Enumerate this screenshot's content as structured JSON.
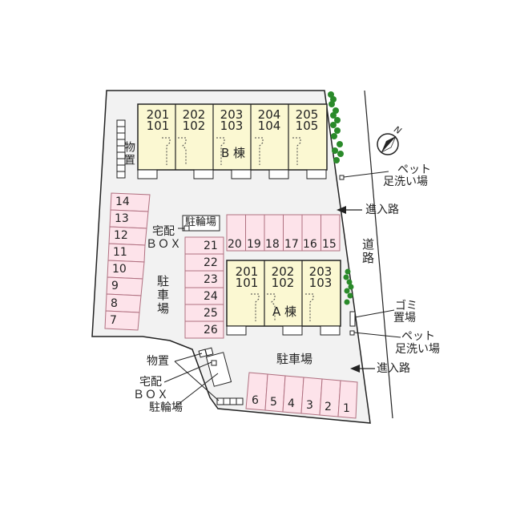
{
  "map": {
    "type": "apartment site plan",
    "colors": {
      "lot_fill": "#f2f2f2",
      "building_fill": "#fbf8d2",
      "parking_fill": "#fde3ea",
      "parking_stroke": "#b07080",
      "tree_green": "#2a8a2a",
      "line": "#222222"
    },
    "compass": {
      "label": "N"
    },
    "road_label": "道路",
    "building_b": {
      "label": "B 棟",
      "units": [
        {
          "upper": "201",
          "lower": "101"
        },
        {
          "upper": "202",
          "lower": "102"
        },
        {
          "upper": "203",
          "lower": "103"
        },
        {
          "upper": "204",
          "lower": "104"
        },
        {
          "upper": "205",
          "lower": "105"
        }
      ]
    },
    "building_a": {
      "label": "A 棟",
      "units": [
        {
          "upper": "201",
          "lower": "101"
        },
        {
          "upper": "202",
          "lower": "102"
        },
        {
          "upper": "203",
          "lower": "103"
        }
      ]
    },
    "parking_left": [
      "14",
      "13",
      "12",
      "11",
      "10",
      "9",
      "8",
      "7"
    ],
    "parking_middle": [
      "21",
      "22",
      "23",
      "24",
      "25",
      "26"
    ],
    "parking_top": [
      "20",
      "19",
      "18",
      "17",
      "16",
      "15"
    ],
    "parking_bottom": [
      "6",
      "5",
      "4",
      "3",
      "2",
      "1"
    ],
    "labels": {
      "storage_top": "物置",
      "bicycle_parking_top": "駐輪場",
      "delivery_box_top_1": "宅配",
      "delivery_box_top_2": "ＢＯＸ",
      "parking_lot_left": "駐車場",
      "parking_lot_bottom": "駐車場",
      "pet_wash_top_1": "ペット",
      "pet_wash_top_2": "足洗い場",
      "entrance_top": "進入路",
      "garbage_1": "ゴミ",
      "garbage_2": "置場",
      "pet_wash_bottom_1": "ペット",
      "pet_wash_bottom_2": "足洗い場",
      "entrance_bottom": "進入路",
      "storage_bottom": "物置",
      "delivery_box_bottom_1": "宅配",
      "delivery_box_bottom_2": "ＢＯＸ",
      "bicycle_parking_bottom": "駐輪場"
    }
  }
}
